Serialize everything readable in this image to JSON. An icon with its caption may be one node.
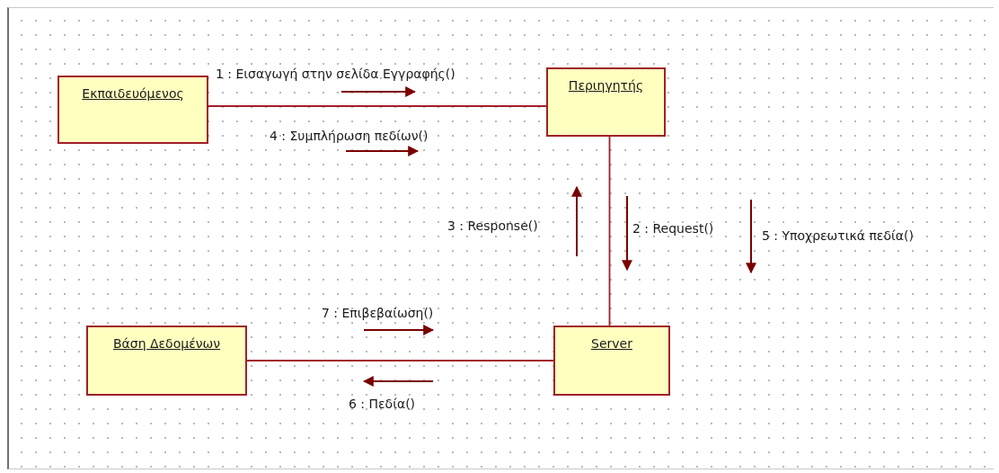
{
  "diagram": {
    "nodes": [
      {
        "text": [
          "Εκπαιδευόμενος"
        ]
      },
      {
        "text": [
          "Περιηγητής"
        ]
      },
      {
        "text": [
          "Βάση Δεδομένων"
        ]
      },
      {
        "text": [
          "Server"
        ]
      }
    ],
    "edges": [
      {
        "from": 0,
        "to": 1,
        "arrow": "none"
      },
      {
        "from": 1,
        "to": 3,
        "arrow": "none"
      },
      {
        "from": 2,
        "to": 3,
        "arrow": "none"
      }
    ],
    "labels": [
      "1 : Εισαγωγή στην σελίδα Εγγραφής()",
      "4 : Συμπλήρωση πεδίων()",
      "3 : Response()",
      "2 : Request()",
      "5 : Υποχρεωτικά πεδία()",
      "7 : Επιβεβαίωση()",
      "6 : Πεδία()"
    ]
  }
}
